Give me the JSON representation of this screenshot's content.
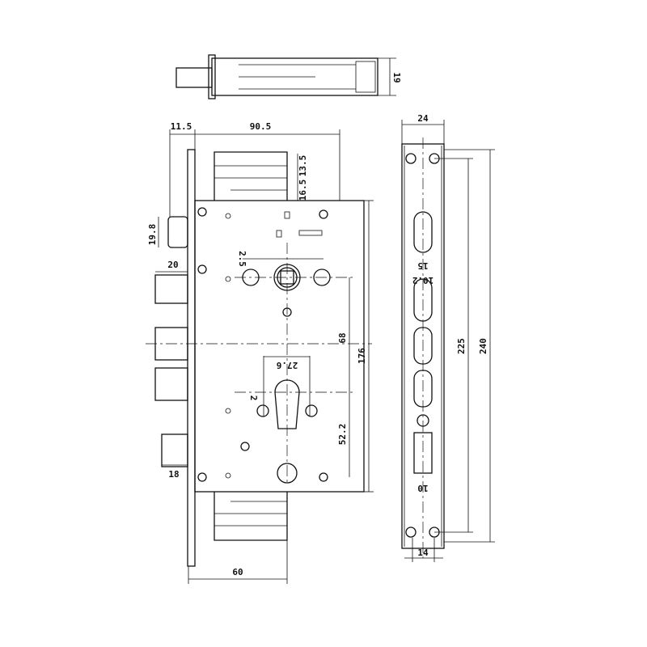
{
  "drawing": {
    "top_view": {
      "height_dim": "19"
    },
    "lock_body": {
      "latch_offset_dim": "11.5",
      "body_width_dim": "90.5",
      "finger_upper_dim": "13.5",
      "finger_lower_dim": "16.5",
      "latch_height_dim": "19.8",
      "bolt_projection_dim": "20",
      "spindle_offset_dim": "2.5",
      "cylinder_width_dim": "27.6",
      "cylinder_offset_dim": "2",
      "centre_distance_dim": "68",
      "body_height_dim": "176",
      "cylinder_to_bottom_dim": "52.2",
      "bottom_bolt_dim": "18",
      "backset_dim": "60"
    },
    "faceplate": {
      "width_dim": "24",
      "slot_width_dim": "15",
      "slot_width_2_dim": "10.2",
      "hole_spacing_dim": "225",
      "length_dim": "240",
      "lower_slot_dim": "10",
      "bottom_width_dim": "14"
    }
  }
}
